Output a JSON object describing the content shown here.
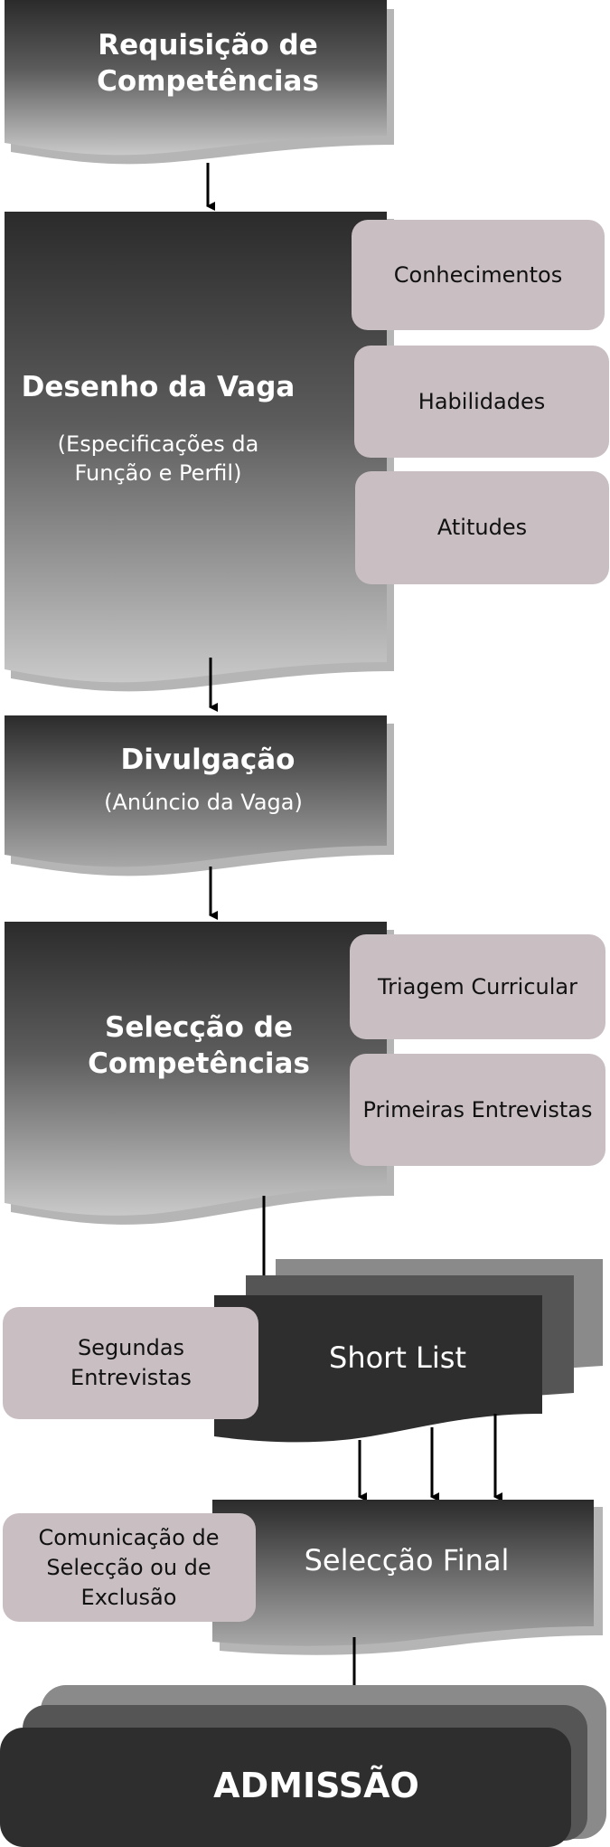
{
  "steps": {
    "requisicao": {
      "title": "Requisição de Competências"
    },
    "desenho": {
      "title": "Desenho da Vaga",
      "subtitle": "(Especificações da Função e Perfil)",
      "boxes": [
        "Conhecimentos",
        "Habilidades",
        "Atitudes"
      ]
    },
    "divulgacao": {
      "title": "Divulgação",
      "subtitle": "(Anúncio da Vaga)"
    },
    "seleccao": {
      "title": "Selecção de Competências",
      "boxes": [
        "Triagem Curricular",
        "Primeiras Entrevistas"
      ]
    },
    "shortlist": {
      "title": "Short List",
      "box": "Segundas Entrevistas"
    },
    "final": {
      "title": "Selecção Final",
      "box": "Comunicação de Selecção ou de Exclusão"
    },
    "admissao": {
      "title": "ADMISSÃO"
    }
  },
  "colors": {
    "box_fill": "#c9bfc3",
    "dark_fill": "#2e2e2e",
    "stack_mid": "#555555",
    "stack_back": "#8a8a8a"
  }
}
